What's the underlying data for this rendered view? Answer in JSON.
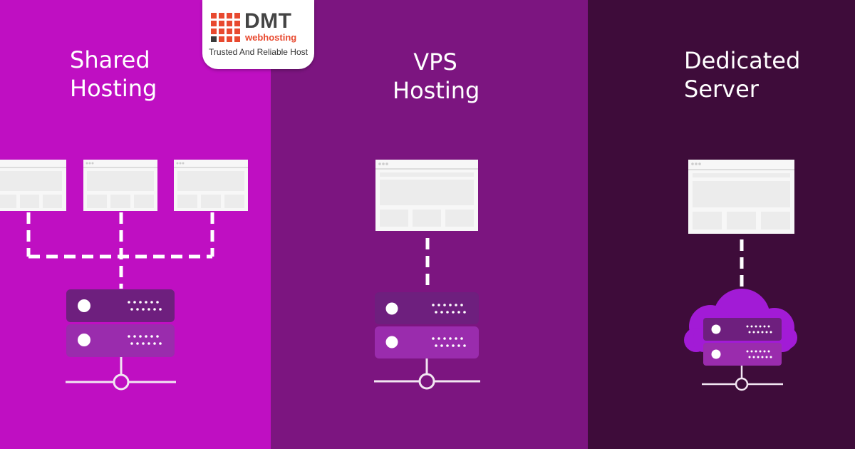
{
  "colors": {
    "shared_bg": "#bf0fc2",
    "vps_bg": "#7c1580",
    "dedicated_bg": "#3e0c3a",
    "server_dark": "#6e1f7e",
    "server_light": "#9a2cad",
    "cloud": "#a21bd6",
    "logo_accent": "#e8492f"
  },
  "logo": {
    "brand": "DMT",
    "sub": "webhosting",
    "tagline": "Trusted And Reliable Host"
  },
  "panels": [
    {
      "title_line1": "Shared",
      "title_line2": "Hosting"
    },
    {
      "title_line1": "VPS",
      "title_line2": "Hosting"
    },
    {
      "title_line1": "Dedicated",
      "title_line2": "Server"
    }
  ]
}
